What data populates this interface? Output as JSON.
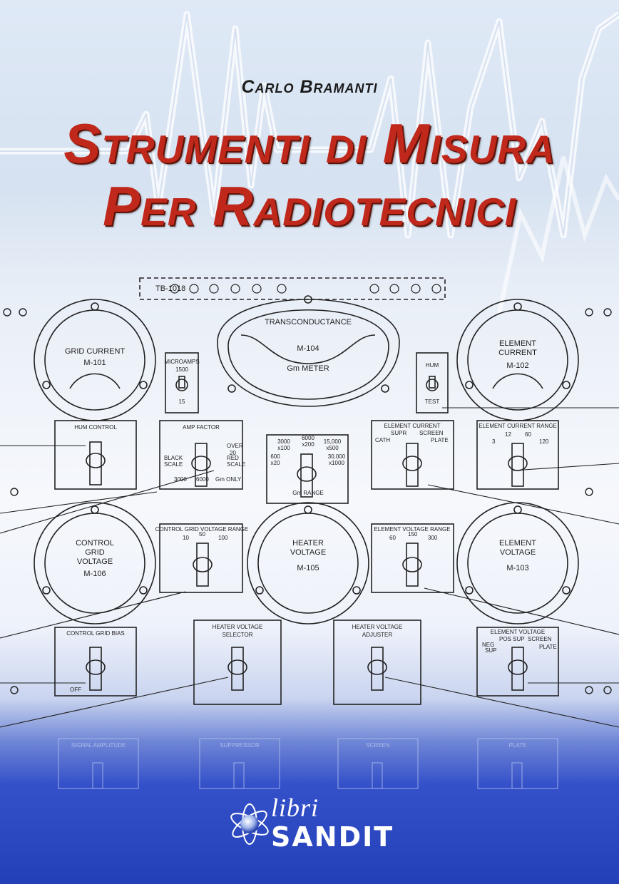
{
  "author": "Carlo Bramanti",
  "title": {
    "line1": "Strumenti di Misura",
    "line2": "Per Radiotecnici"
  },
  "panel": {
    "strip_label": "TB-1018",
    "meters": [
      {
        "id": "grid",
        "lines": [
          "GRID CURRENT",
          "M-101"
        ]
      },
      {
        "id": "transconductance",
        "lines": [
          "TRANSCONDUCTANCE",
          "M-104",
          "Gm METER"
        ]
      },
      {
        "id": "element-current",
        "lines": [
          "ELEMENT",
          "CURRENT",
          "M-102"
        ]
      },
      {
        "id": "control-grid",
        "lines": [
          "CONTROL",
          "GRID",
          "VOLTAGE",
          "M-106"
        ]
      },
      {
        "id": "heater",
        "lines": [
          "HEATER",
          "VOLTAGE",
          "M-105"
        ]
      },
      {
        "id": "element-voltage",
        "lines": [
          "ELEMENT",
          "VOLTAGE",
          "M-103"
        ]
      }
    ],
    "switches": {
      "microamps": [
        "MICROAMPS",
        "1500",
        "15"
      ],
      "hum_test": [
        "HUM",
        "TEST"
      ]
    },
    "controls": [
      {
        "id": "hum-control",
        "title": "HUM CONTROL"
      },
      {
        "id": "amp-factor",
        "title": "AMP FACTOR",
        "labels": [
          "OVER",
          "20",
          "BLACK",
          "SCALE",
          "RED",
          "SCALE",
          "3000",
          "6000",
          "Gm ONLY"
        ]
      },
      {
        "id": "gm-range",
        "title": "Gm RANGE",
        "labels": [
          "3000",
          "x100",
          "6000",
          "x200",
          "15,000",
          "x500",
          "600",
          "x20",
          "30,000",
          "x1000"
        ]
      },
      {
        "id": "element-current-sel",
        "title": "ELEMENT CURRENT",
        "labels": [
          "SUPR",
          "SCREEN",
          "CATH",
          "PLATE"
        ]
      },
      {
        "id": "element-current-range",
        "title": "ELEMENT CURRENT RANGE",
        "labels": [
          "12",
          "60",
          "3",
          "120"
        ]
      },
      {
        "id": "cg-voltage-range",
        "title": "CONTROL GRID VOLTAGE RANGE",
        "labels": [
          "10",
          "50",
          "100"
        ]
      },
      {
        "id": "element-voltage-range",
        "title": "ELEMENT VOLTAGE RANGE",
        "labels": [
          "60",
          "150",
          "300"
        ]
      },
      {
        "id": "control-grid-bias",
        "title": "CONTROL GRID BIAS",
        "labels": [
          "OFF"
        ]
      },
      {
        "id": "heater-selector",
        "title": "HEATER VOLTAGE",
        "title2": "SELECTOR"
      },
      {
        "id": "heater-adjuster",
        "title": "HEATER VOLTAGE",
        "title2": "ADJUSTER"
      },
      {
        "id": "element-voltage-sel",
        "title": "ELEMENT VOLTAGE",
        "labels": [
          "POS SUP",
          "SCREEN",
          "NEG",
          "SUP",
          "PLATE"
        ]
      }
    ],
    "bottom_row": [
      "SIGNAL AMPLITUDE",
      "SUPPRESSOR",
      "SCREEN",
      "PLATE"
    ]
  },
  "publisher": {
    "line1": "libri",
    "line2": "SANDIT"
  },
  "colors": {
    "title": "#c0281b",
    "bottom_blue": "#2440b8",
    "top_blue": "#dfe9f6"
  }
}
